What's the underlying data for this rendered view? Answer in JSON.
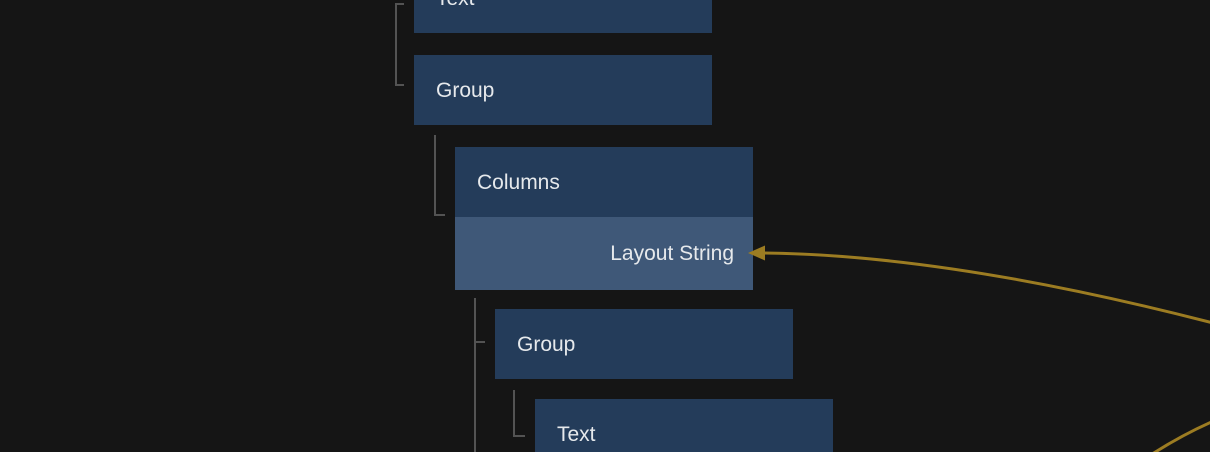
{
  "colors": {
    "background": "#151515",
    "node_fill": "#243c5a",
    "port_fill": "#3f5878",
    "node_text": "#e6e9ec",
    "tree_line": "#535353",
    "wire": "#9c7c22"
  },
  "tree": {
    "nodes": [
      {
        "label": "Text"
      },
      {
        "label": "Group"
      },
      {
        "label": "Columns",
        "port_label": "Layout String"
      },
      {
        "label": "Group"
      },
      {
        "label": "Text"
      }
    ]
  }
}
